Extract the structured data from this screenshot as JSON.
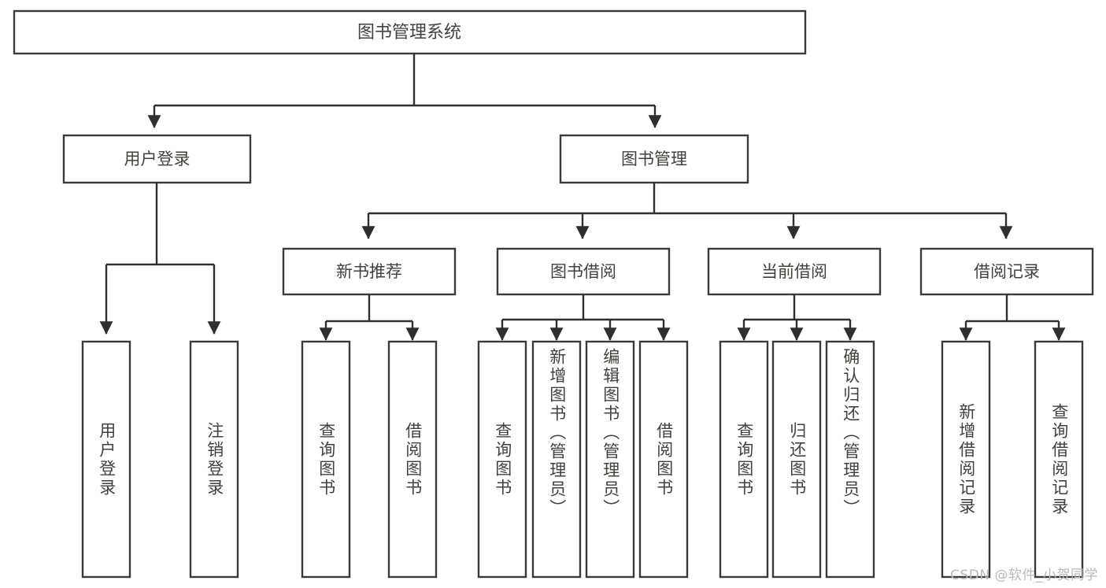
{
  "diagram": {
    "type": "tree",
    "title": "图书管理系统",
    "colors": {
      "box_stroke": "#3a3a3a",
      "connector": "#2f2f2f",
      "text": "#44403c",
      "background": "#ffffff",
      "watermark": "#b9b9b9"
    },
    "root": {
      "label": "图书管理系统"
    },
    "level2": [
      {
        "label": "用户登录"
      },
      {
        "label": "图书管理"
      }
    ],
    "level3": [
      {
        "label": "新书推荐"
      },
      {
        "label": "图书借阅"
      },
      {
        "label": "当前借阅"
      },
      {
        "label": "借阅记录"
      }
    ],
    "leaves": {
      "user_login": [
        {
          "label": "用户登录"
        },
        {
          "label": "注销登录"
        }
      ],
      "new_book_recommend": [
        {
          "label": "查询图书"
        },
        {
          "label": "借阅图书"
        }
      ],
      "book_borrow": [
        {
          "label": "查询图书"
        },
        {
          "label": "新增图书（管理员）"
        },
        {
          "label": "编辑图书（管理员）"
        },
        {
          "label": "借阅图书"
        }
      ],
      "current_borrow": [
        {
          "label": "查询图书"
        },
        {
          "label": "归还图书"
        },
        {
          "label": "确认归还（管理员）"
        }
      ],
      "borrow_record": [
        {
          "label": "新增借阅记录"
        },
        {
          "label": "查询借阅记录"
        }
      ]
    }
  },
  "watermark": {
    "text": "CSDN @软件_小贺同学"
  }
}
